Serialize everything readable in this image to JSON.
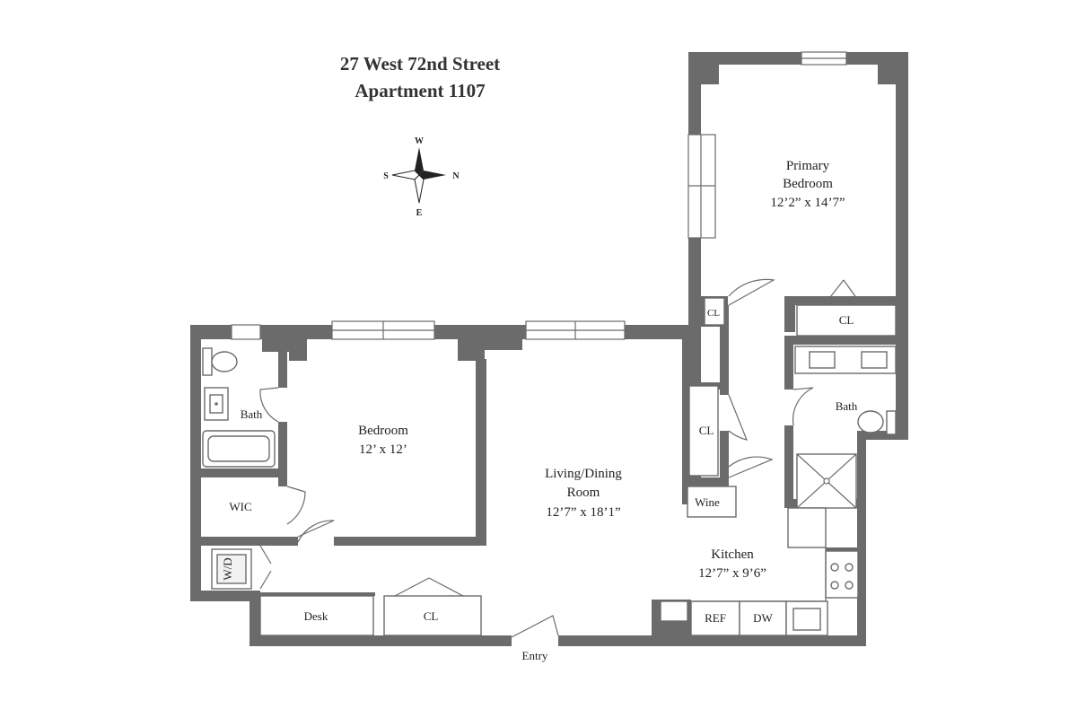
{
  "header": {
    "address": "27 West 72nd Street",
    "unit": "Apartment 1107"
  },
  "compass": {
    "north": "N",
    "south": "S",
    "east": "E",
    "west": "W"
  },
  "rooms": {
    "primary_bedroom": {
      "name_line1": "Primary",
      "name_line2": "Bedroom",
      "size": "12’2” x 14’7”"
    },
    "bedroom": {
      "name": "Bedroom",
      "size": "12’ x 12’"
    },
    "living": {
      "name_line1": "Living/Dining",
      "name_line2": "Room",
      "size": "12’7” x 18’1”"
    },
    "kitchen": {
      "name": "Kitchen",
      "size": "12’7” x 9’6”"
    }
  },
  "labels": {
    "bath": "Bath",
    "bath2": "Bath",
    "wic": "WIC",
    "wd": "W/D",
    "desk": "Desk",
    "cl_hall": "CL",
    "cl_primary_small": "CL",
    "cl_primary": "CL",
    "cl_corridor": "CL",
    "wine": "Wine",
    "ref": "REF",
    "dw": "DW",
    "entry": "Entry"
  }
}
